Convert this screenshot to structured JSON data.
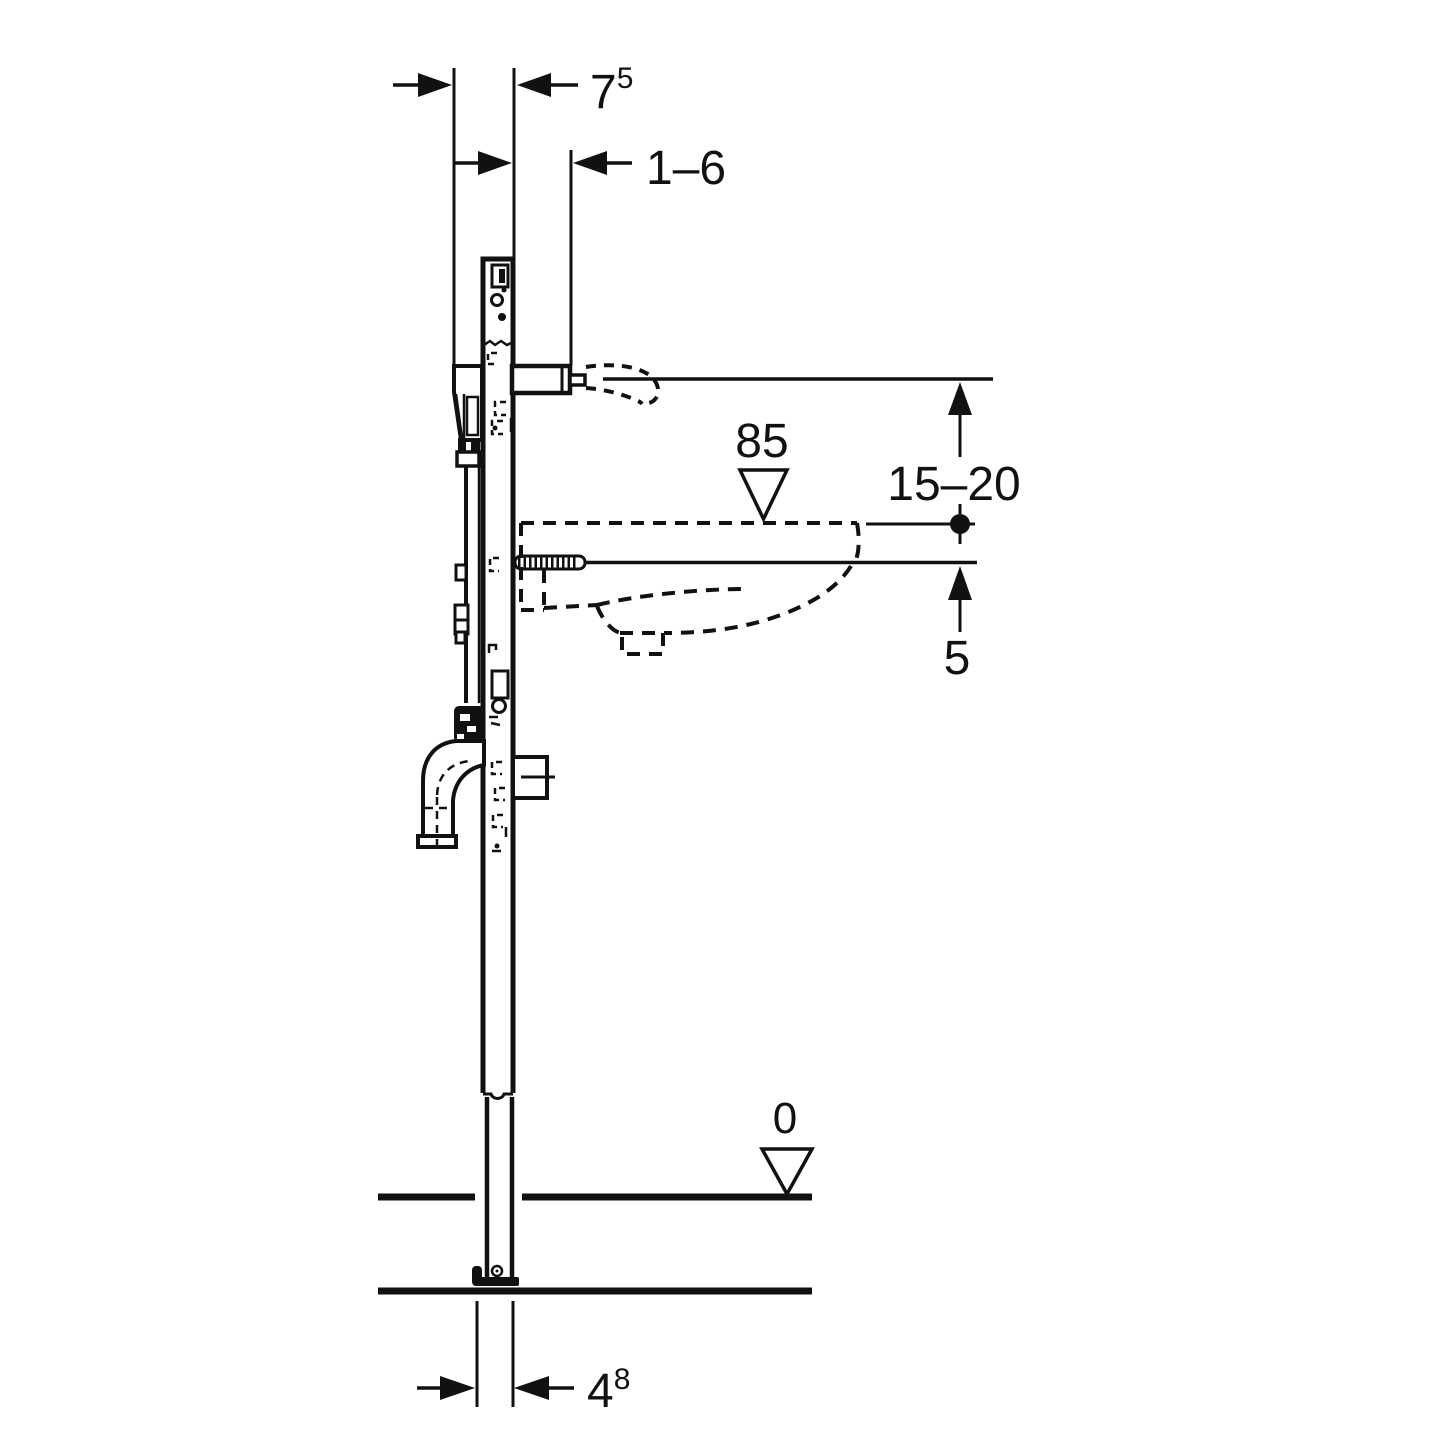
{
  "diagram": {
    "type": "technical-installation-drawing",
    "subject": "prewall frame for wall-hung washbasin, side view",
    "background_color": "#ffffff",
    "line_color": "#111111"
  },
  "dimensions": {
    "frame_top_depth": {
      "value": "7",
      "sup": "5"
    },
    "finish_thickness": {
      "label": "1–6"
    },
    "basin_rim_height": {
      "label": "85"
    },
    "tap_height_range": {
      "label": "15–20"
    },
    "rim_to_fixing": {
      "label": "5"
    },
    "floor_level": {
      "label": "0"
    },
    "base_depth": {
      "value": "4",
      "sup": "8"
    }
  }
}
